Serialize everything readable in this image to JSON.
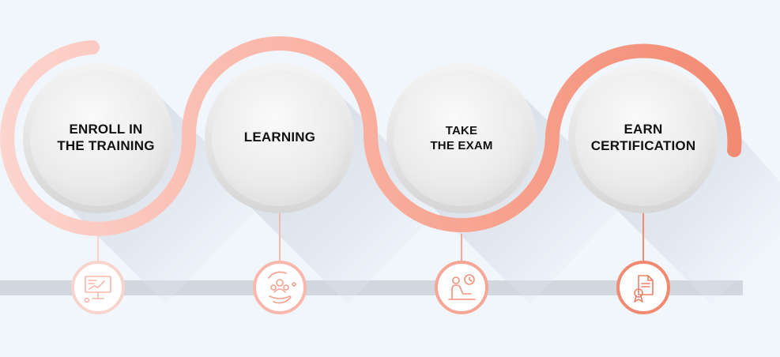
{
  "steps": [
    {
      "line1": "ENROLL IN",
      "line2": "THE TRAINING",
      "icon": "presentation-board-icon",
      "color": "#fbd3cd"
    },
    {
      "line1": "LEARNING",
      "line2": "",
      "icon": "learning-group-icon",
      "color": "#f9b8ab"
    },
    {
      "line1": "TAKE",
      "line2": "THE EXAM",
      "icon": "exam-clock-icon",
      "color": "#f7a594"
    },
    {
      "line1": "EARN",
      "line2": "CERTIFICATION",
      "icon": "certificate-ribbon-icon",
      "color": "#f28a72"
    }
  ],
  "colors": {
    "background": "#f0f6fc",
    "timeline": "#d2d6de",
    "accent_start": "#fbd3cd",
    "accent_end": "#f28a72"
  }
}
